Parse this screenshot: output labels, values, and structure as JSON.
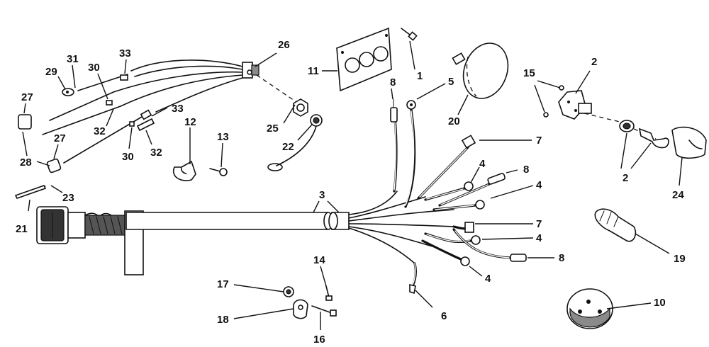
{
  "callouts": {
    "c1": "1",
    "c2a": "2",
    "c2b": "2",
    "c3": "3",
    "c4a": "4",
    "c4b": "4",
    "c4c": "4",
    "c4d": "4",
    "c5": "5",
    "c6": "6",
    "c7a": "7",
    "c7b": "7",
    "c8a": "8",
    "c8b": "8",
    "c8c": "8",
    "c10": "10",
    "c11": "11",
    "c12": "12",
    "c13": "13",
    "c14": "14",
    "c15": "15",
    "c16": "16",
    "c17": "17",
    "c18": "18",
    "c19": "19",
    "c20": "20",
    "c21": "21",
    "c22": "22",
    "c23": "23",
    "c24": "24",
    "c25": "25",
    "c26": "26",
    "c27a": "27",
    "c27b": "27",
    "c28": "28",
    "c29": "29",
    "c30a": "30",
    "c30b": "30",
    "c31": "31",
    "c32a": "32",
    "c32b": "32",
    "c33a": "33",
    "c33b": "33"
  },
  "colors": {
    "ink": "#111111",
    "background": "#ffffff"
  }
}
